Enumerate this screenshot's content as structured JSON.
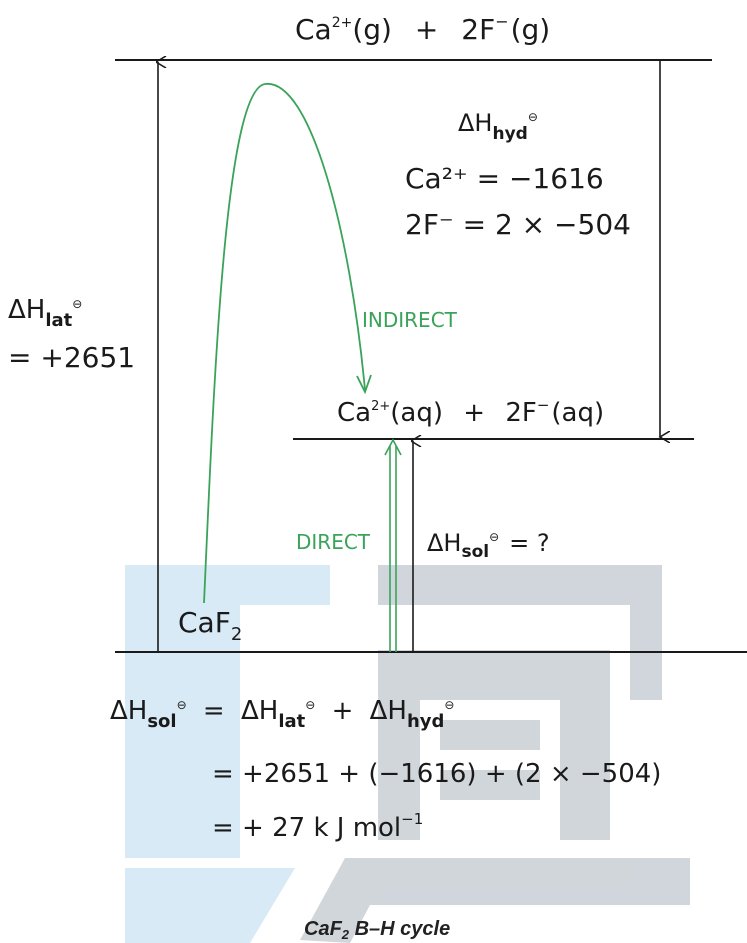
{
  "colors": {
    "ink": "#1a1a1a",
    "green_arrow": "#3aa35a",
    "watermark_blue": "#d6e9f5",
    "watermark_grey": "#cfd4da"
  },
  "diagram": {
    "top_level": {
      "ca": "Ca",
      "ca_charge": "2+",
      "ca_state": "(g)",
      "plus": "+",
      "f": "2F",
      "f_charge": "−",
      "f_state": "(g)"
    },
    "mid_level": {
      "ca": "Ca",
      "ca_charge": "2+",
      "ca_state": "(aq)",
      "plus": "+",
      "f": "2F",
      "f_charge": "−",
      "f_state": "(aq)"
    },
    "bottom_level": {
      "formula": "CaF",
      "subscript": "2"
    },
    "lattice": {
      "delta": "ΔH",
      "sub": "lat",
      "std": "⊖",
      "value": "= +2651"
    },
    "hydration": {
      "delta": "ΔH",
      "sub": "hyd",
      "std": "⊖",
      "ca_line": "Ca²⁺ = −1616",
      "f_line": "2F⁻ = 2 × −504"
    },
    "solution": {
      "delta": "ΔH",
      "sub": "sol",
      "std": "⊖",
      "value": "= ?"
    },
    "indirect_label": "INDIRECT",
    "direct_label": "DIRECT"
  },
  "calculation": {
    "line1": {
      "lhs_delta": "ΔH",
      "lhs_sub": "sol",
      "std": "⊖",
      "eq": "=",
      "t1_delta": "ΔH",
      "t1_sub": "lat",
      "plus": "+",
      "t2_delta": "ΔH",
      "t2_sub": "hyd"
    },
    "line2": "= +2651 + (−1616) + (2 × −504)",
    "line3": {
      "main": "= + 27 k J mol",
      "exp": "−1"
    }
  },
  "caption": {
    "main": "CaF",
    "sub": "2",
    "rest": " B–H cycle"
  }
}
